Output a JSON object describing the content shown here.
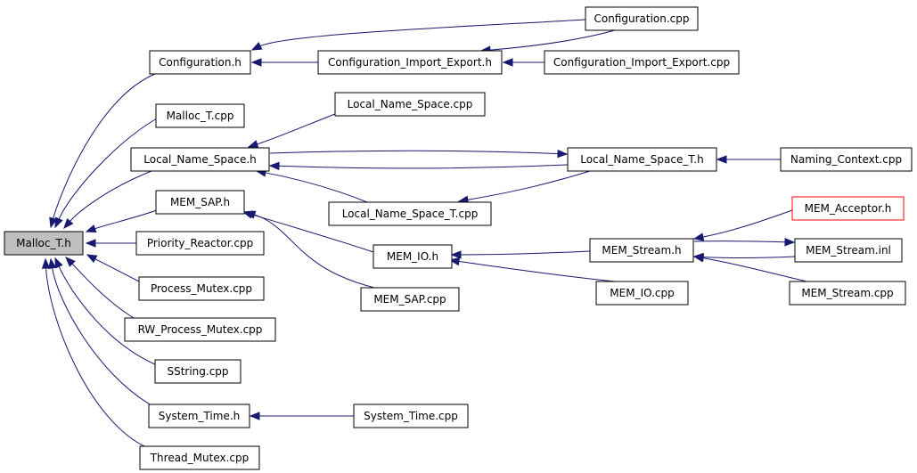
{
  "colors": {
    "edge": "#191970",
    "root_fill": "#bfbfbf",
    "highlight_border": "#ff0000"
  },
  "nodes": {
    "malloc_t_h": "Malloc_T.h",
    "configuration_h": "Configuration.h",
    "configuration_cpp": "Configuration.cpp",
    "configuration_import_export_h": "Configuration_Import_Export.h",
    "configuration_import_export_cpp": "Configuration_Import_Export.cpp",
    "malloc_t_cpp": "Malloc_T.cpp",
    "local_name_space_cpp": "Local_Name_Space.cpp",
    "local_name_space_h": "Local_Name_Space.h",
    "local_name_space_t_h": "Local_Name_Space_T.h",
    "naming_context_cpp": "Naming_Context.cpp",
    "mem_sap_h": "MEM_SAP.h",
    "local_name_space_t_cpp": "Local_Name_Space_T.cpp",
    "mem_acceptor_h": "MEM_Acceptor.h",
    "priority_reactor_cpp": "Priority_Reactor.cpp",
    "mem_io_h": "MEM_IO.h",
    "mem_stream_h": "MEM_Stream.h",
    "mem_stream_inl": "MEM_Stream.inl",
    "process_mutex_cpp": "Process_Mutex.cpp",
    "mem_io_cpp": "MEM_IO.cpp",
    "mem_stream_cpp": "MEM_Stream.cpp",
    "mem_sap_cpp": "MEM_SAP.cpp",
    "rw_process_mutex_cpp": "RW_Process_Mutex.cpp",
    "sstring_cpp": "SString.cpp",
    "system_time_h": "System_Time.h",
    "system_time_cpp": "System_Time.cpp",
    "thread_mutex_cpp": "Thread_Mutex.cpp"
  },
  "edges": [
    [
      "configuration_h",
      "malloc_t_h"
    ],
    [
      "malloc_t_cpp",
      "malloc_t_h"
    ],
    [
      "local_name_space_h",
      "malloc_t_h"
    ],
    [
      "mem_sap_h",
      "malloc_t_h"
    ],
    [
      "priority_reactor_cpp",
      "malloc_t_h"
    ],
    [
      "process_mutex_cpp",
      "malloc_t_h"
    ],
    [
      "rw_process_mutex_cpp",
      "malloc_t_h"
    ],
    [
      "sstring_cpp",
      "malloc_t_h"
    ],
    [
      "system_time_h",
      "malloc_t_h"
    ],
    [
      "thread_mutex_cpp",
      "malloc_t_h"
    ],
    [
      "configuration_cpp",
      "configuration_h"
    ],
    [
      "configuration_import_export_h",
      "configuration_h"
    ],
    [
      "configuration_cpp",
      "configuration_import_export_h"
    ],
    [
      "configuration_import_export_cpp",
      "configuration_import_export_h"
    ],
    [
      "local_name_space_cpp",
      "local_name_space_h"
    ],
    [
      "local_name_space_t_h",
      "local_name_space_h"
    ],
    [
      "local_name_space_t_cpp",
      "local_name_space_h"
    ],
    [
      "local_name_space_h",
      "local_name_space_t_h"
    ],
    [
      "local_name_space_t_h",
      "local_name_space_t_cpp"
    ],
    [
      "naming_context_cpp",
      "local_name_space_t_h"
    ],
    [
      "mem_io_h",
      "mem_sap_h"
    ],
    [
      "mem_sap_cpp",
      "mem_sap_h"
    ],
    [
      "mem_stream_h",
      "mem_io_h"
    ],
    [
      "mem_io_cpp",
      "mem_io_h"
    ],
    [
      "mem_acceptor_h",
      "mem_stream_h"
    ],
    [
      "mem_stream_inl",
      "mem_stream_h"
    ],
    [
      "mem_stream_cpp",
      "mem_stream_h"
    ],
    [
      "mem_stream_h",
      "mem_stream_inl"
    ],
    [
      "system_time_cpp",
      "system_time_h"
    ]
  ]
}
